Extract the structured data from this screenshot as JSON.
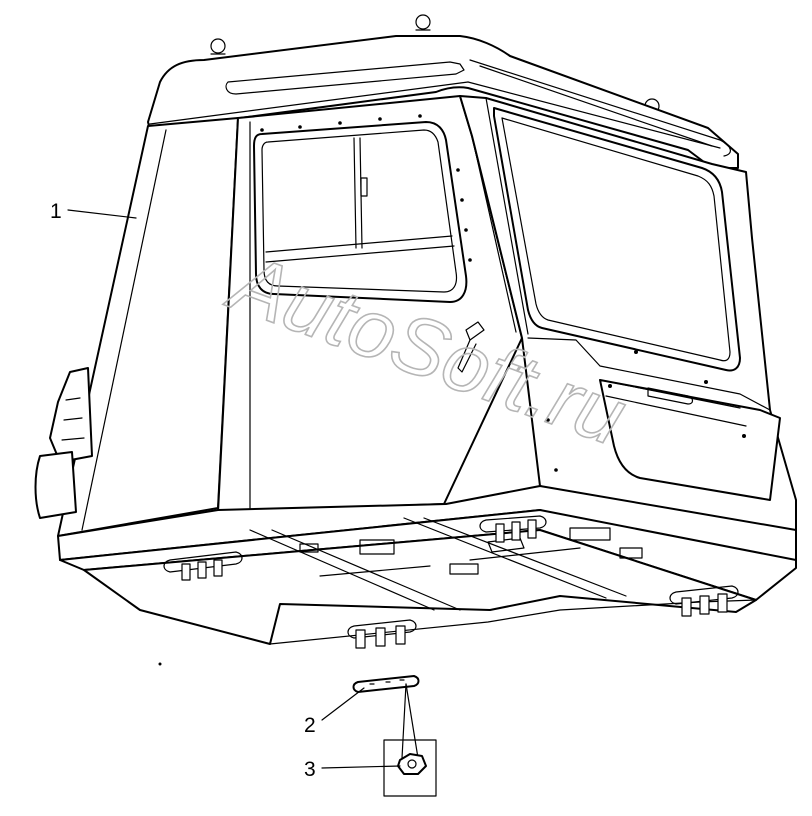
{
  "callouts": [
    {
      "number": "1"
    },
    {
      "number": "2"
    },
    {
      "number": "3"
    }
  ],
  "watermark": {
    "text": "AutoSoft.ru"
  }
}
